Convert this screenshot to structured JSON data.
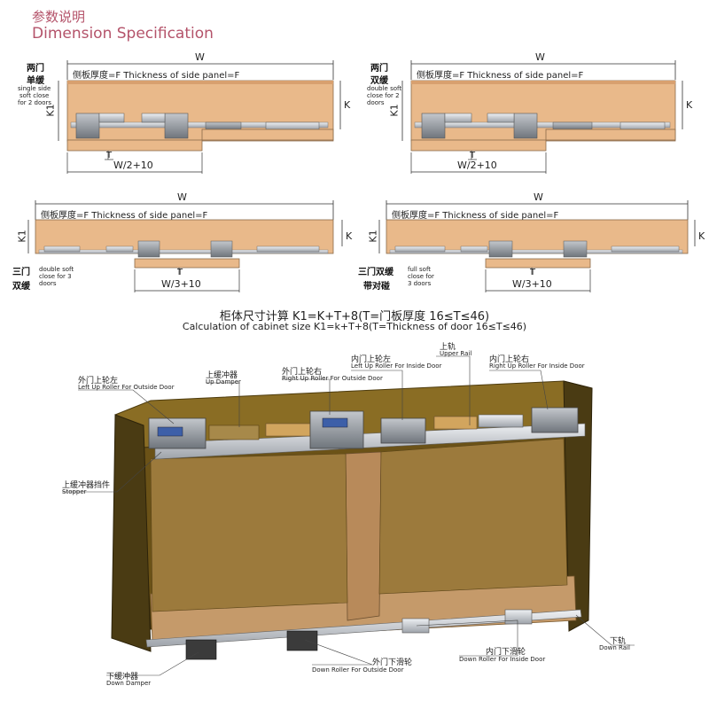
{
  "header": {
    "title_cn": "参数说明",
    "title_en": "Dimension Specification"
  },
  "panels": [
    {
      "name_cn_1": "两门",
      "name_cn_2": "单缓",
      "note": [
        "single side",
        "soft close",
        "for 2 doors"
      ],
      "width_label": "W",
      "side_panel": "侧板厚度=F  Thickness of side panel=F",
      "k_label": "K",
      "k1_label": "K1",
      "t_label": "T",
      "bottom_dim": "W/2+10"
    },
    {
      "name_cn_1": "两门",
      "name_cn_2": "双缓",
      "note": [
        "double soft",
        "close for 2",
        "doors"
      ],
      "width_label": "W",
      "side_panel": "侧板厚度=F  Thickness of side panel=F",
      "k_label": "K",
      "k1_label": "K1",
      "t_label": "T",
      "bottom_dim": "W/2+10"
    },
    {
      "name_cn_1": "三门",
      "name_cn_2": "双缓",
      "note": [
        "double soft",
        "close for 3",
        "doors"
      ],
      "width_label": "W",
      "side_panel": "侧板厚度=F  Thickness of side panel=F",
      "k_label": "K",
      "k1_label": "K1",
      "t_label": "T",
      "bottom_dim": "W/3+10"
    },
    {
      "name_cn_1": "三门双缓",
      "name_cn_2": "带对碰",
      "note": [
        "full soft",
        "close for",
        "3 doors"
      ],
      "width_label": "W",
      "side_panel": "侧板厚度=F  Thickness of side panel=F",
      "k_label": "K",
      "k1_label": "K1",
      "t_label": "T",
      "bottom_dim": "W/3+10"
    }
  ],
  "formula": {
    "cn": "柜体尺寸计算 K1=K+T+8(T=门板厚度 16≤T≤46)",
    "en": "Calculation of cabinet size   K1=k+T+8(T=Thickness of door 16≤T≤46)"
  },
  "callouts": {
    "left_up_roller_outside": {
      "cn": "外门上轮左",
      "en": "Left Up Roller For Outside Door"
    },
    "up_damper": {
      "cn": "上缓冲器",
      "en": "Up Damper"
    },
    "right_up_roller_outside": {
      "cn": "外门上轮右",
      "en": "Right Up Roller For Outside Door"
    },
    "left_up_roller_inside": {
      "cn": "内门上轮左",
      "en": "Left Up Roller For Inside Door"
    },
    "upper_rail": {
      "cn": "上轨",
      "en": "Upper Rail"
    },
    "right_up_roller_inside": {
      "cn": "内门上轮右",
      "en": "Right Up Roller For Inside Door"
    },
    "stopper": {
      "cn": "上缓冲器挡件",
      "en": "Stopper"
    },
    "down_rail": {
      "cn": "下轨",
      "en": "Down Rail"
    },
    "down_roller_inside": {
      "cn": "内门下滑轮",
      "en": "Down Roller For Inside Door"
    },
    "down_roller_outside": {
      "cn": "外门下滑轮",
      "en": "Down Roller For Outside Door"
    },
    "down_damper": {
      "cn": "下缓冲器",
      "en": "Down Damper"
    }
  },
  "colors": {
    "accent": "#b4536a",
    "wood": "#e9b98a",
    "wood_dark": "#6b5217",
    "metal": "#c9ccd1"
  }
}
